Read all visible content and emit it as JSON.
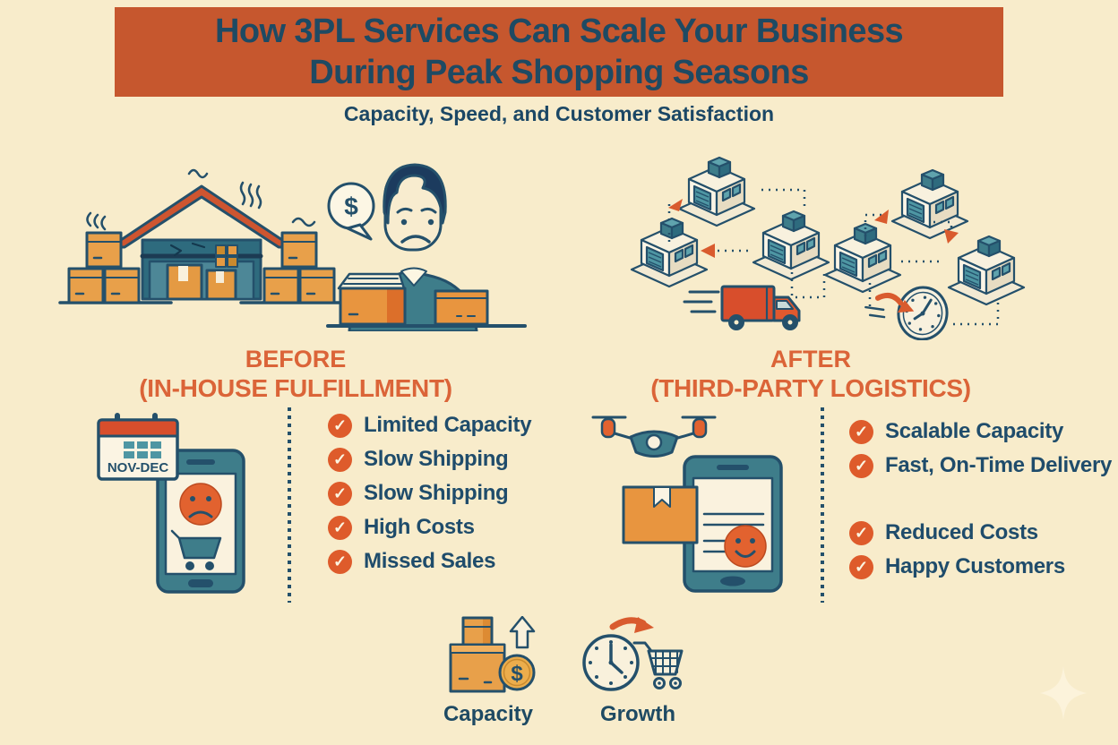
{
  "header": {
    "title_line1": "How 3PL Services Can Scale Your Business",
    "title_line2": "During Peak Shopping Seasons",
    "subtitle": "Capacity, Speed, and Customer Satisfaction"
  },
  "before_section": {
    "heading": "BEFORE",
    "subheading": "(IN-HOUSE FULFILLMENT)",
    "calendar_label": "NOV-DEC",
    "speech_bubble_symbol": "$",
    "items": [
      "Limited Capacity",
      "Slow Shipping",
      "Slow Shipping",
      "High Costs",
      "Missed Sales"
    ]
  },
  "after_section": {
    "heading": "AFTER",
    "subheading": "(THIRD-PARTY LOGISTICS)",
    "items": [
      "Scalable Capacity",
      "Fast, On-Time Delivery",
      "Reduced Costs",
      "Happy Customers"
    ]
  },
  "footer": {
    "capacity_label": "Capacity",
    "growth_label": "Growth",
    "coin_symbol": "$"
  },
  "colors": {
    "background": "#F8ECCB",
    "banner_orange": "#C6572E",
    "navy_text": "#1E4A63",
    "heading_orange": "#DB6438",
    "check_circle_orange": "#DE5B2B",
    "teal": "#3E7D8A",
    "box_orange": "#E8A04A",
    "truck_red": "#D84E2C"
  }
}
